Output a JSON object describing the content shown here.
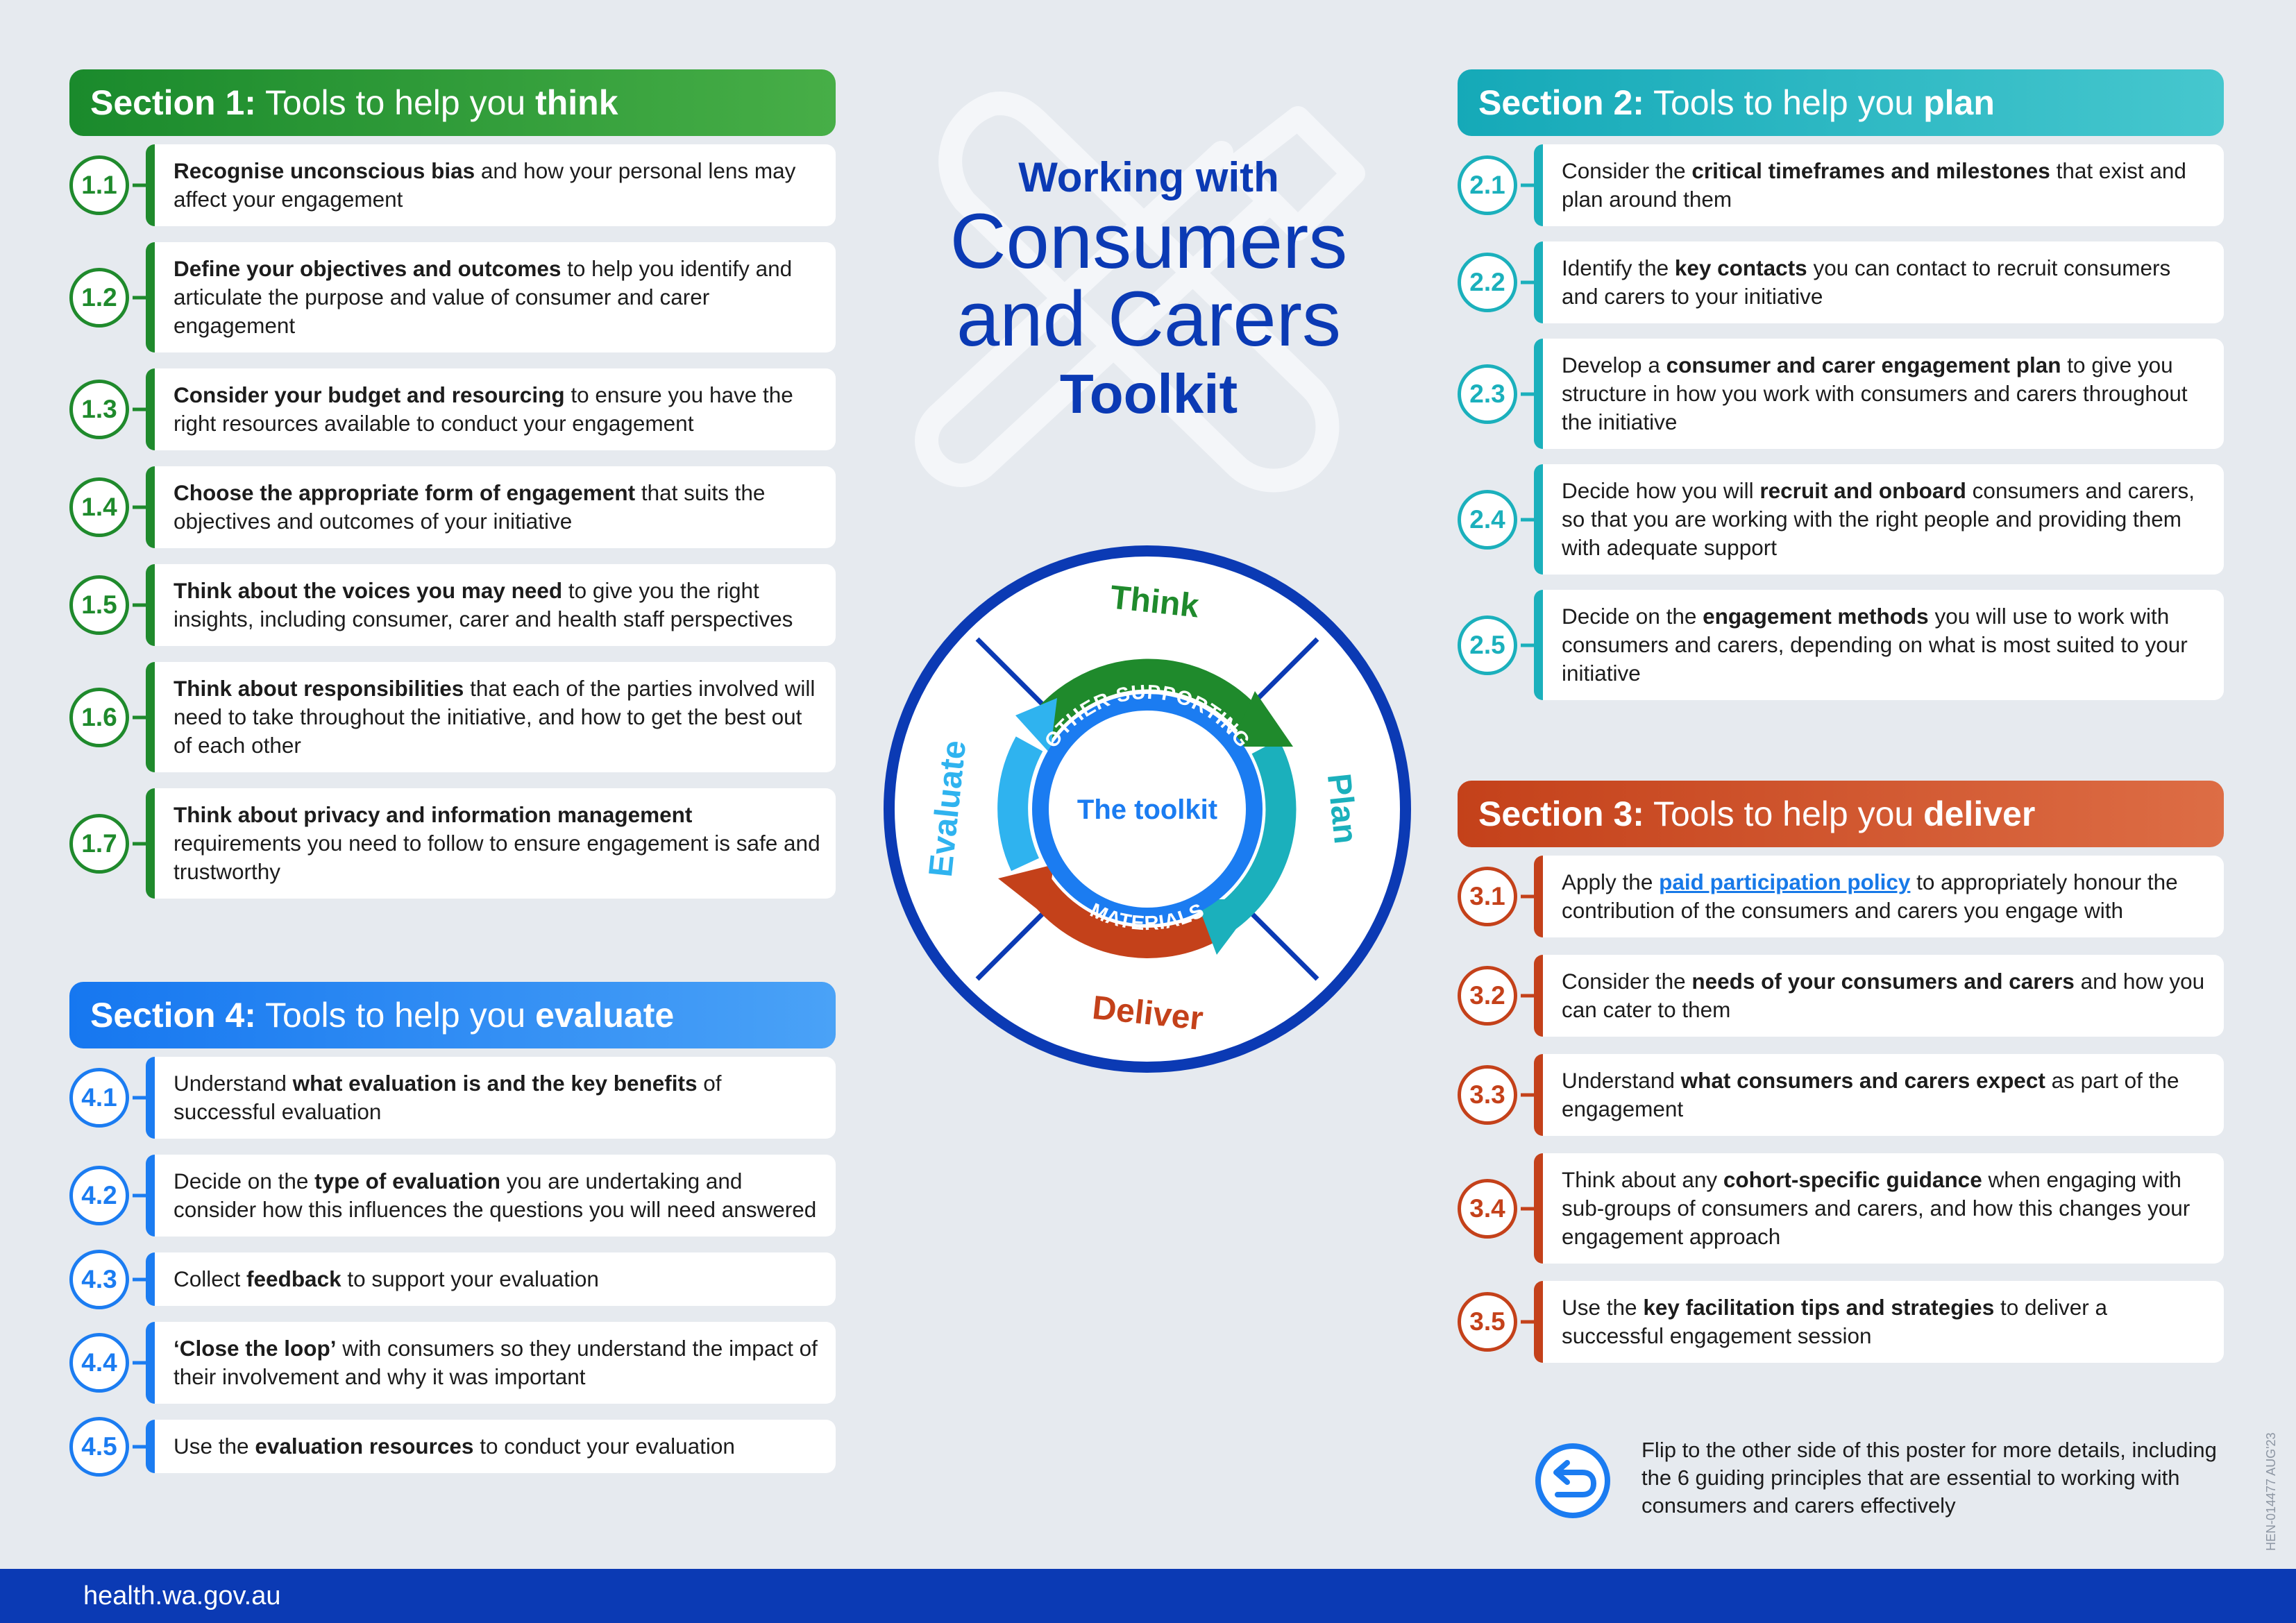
{
  "title": {
    "line1": "Working with",
    "line2": "Consumers",
    "line3": "and Carers",
    "line4": "Toolkit"
  },
  "wheel": {
    "think": "Think",
    "plan": "Plan",
    "deliver": "Deliver",
    "evaluate": "Evaluate",
    "center": "The toolkit",
    "ring_top": "OTHER SUPPORTING",
    "ring_bottom": "MATERIALS"
  },
  "sections": {
    "think": {
      "prefix": "Section 1:",
      "mid": " Tools to help you ",
      "keyword": "think",
      "items": [
        {
          "num": "1.1",
          "bold": "Recognise unconscious bias",
          "text": " and how your personal lens may affect your engagement"
        },
        {
          "num": "1.2",
          "bold": "Define your objectives and outcomes",
          "text": " to help you identify and articulate the purpose and value of consumer and carer engagement"
        },
        {
          "num": "1.3",
          "bold": "Consider your budget and resourcing",
          "text": " to ensure you have the right resources available to conduct your engagement"
        },
        {
          "num": "1.4",
          "bold": "Choose the appropriate form of engagement",
          "text": " that suits the objectives and outcomes of your initiative"
        },
        {
          "num": "1.5",
          "bold": "Think about the voices you may need",
          "text": " to give you the right insights, including consumer, carer and health staff perspectives"
        },
        {
          "num": "1.6",
          "bold": "Think about responsibilities",
          "text": " that each of the parties involved will need to take throughout the initiative, and how to get the best out of each other"
        },
        {
          "num": "1.7",
          "bold": "Think about privacy and information management",
          "text": " requirements you need to follow to ensure engagement is safe and trustworthy"
        }
      ]
    },
    "evaluate": {
      "prefix": "Section 4:",
      "mid": " Tools to help you ",
      "keyword": "evaluate",
      "items": [
        {
          "num": "4.1",
          "pre": "Understand ",
          "bold": "what evaluation is and the key benefits",
          "text": " of successful evaluation"
        },
        {
          "num": "4.2",
          "pre": "Decide on the ",
          "bold": "type of evaluation",
          "text": " you are undertaking and consider how this influences the questions you will need answered"
        },
        {
          "num": "4.3",
          "pre": "Collect ",
          "bold": "feedback",
          "text": " to support your evaluation"
        },
        {
          "num": "4.4",
          "pre": "",
          "bold": "‘Close the loop’",
          "text": " with consumers so they understand the impact of their involvement and why it was important"
        },
        {
          "num": "4.5",
          "pre": "Use the ",
          "bold": "evaluation resources",
          "text": " to conduct your evaluation"
        }
      ]
    },
    "plan": {
      "prefix": "Section 2:",
      "mid": " Tools to help you ",
      "keyword": "plan",
      "items": [
        {
          "num": "2.1",
          "pre": "Consider the ",
          "bold": "critical timeframes and milestones",
          "text": " that exist and plan around them"
        },
        {
          "num": "2.2",
          "pre": "Identify the ",
          "bold": "key contacts",
          "text": " you can contact to recruit consumers and carers to your initiative"
        },
        {
          "num": "2.3",
          "pre": "Develop a ",
          "bold": "consumer and carer engagement plan",
          "text": " to give you structure in how you work with consumers and carers throughout the initiative"
        },
        {
          "num": "2.4",
          "pre": "Decide how you will ",
          "bold": "recruit and onboard",
          "text": " consumers and carers, so that you are working with the right people and providing them with adequate support"
        },
        {
          "num": "2.5",
          "pre": "Decide on the ",
          "bold": "engagement methods",
          "text": " you will use to work with consumers and carers, depending on what is most suited to your initiative"
        }
      ]
    },
    "deliver": {
      "prefix": "Section 3:",
      "mid": " Tools to help you ",
      "keyword": "deliver",
      "items": [
        {
          "num": "3.1",
          "pre": "Apply the ",
          "bold": "paid participation policy",
          "text": " to appropriately honour the contribution of the consumers and carers you engage with"
        },
        {
          "num": "3.2",
          "pre": "Consider the ",
          "bold": "needs of your consumers and carers",
          "text": " and how you can cater to them"
        },
        {
          "num": "3.3",
          "pre": "Understand ",
          "bold": "what consumers and carers expect",
          "text": " as part of the engagement"
        },
        {
          "num": "3.4",
          "pre": "Think about any ",
          "bold": "cohort-specific guidance",
          "text": " when engaging with sub-groups of consumers and carers, and how this changes your engagement approach"
        },
        {
          "num": "3.5",
          "pre": "Use the ",
          "bold": "key facilitation tips and strategies",
          "text": " to deliver a successful engagement session"
        }
      ]
    }
  },
  "flip_note": "Flip to the other side of this poster for more details, including the 6 guiding principles that are essential to working with consumers and carers effectively",
  "doc_code": "HEN-014477 AUG'23",
  "footer_url": "health.wa.gov.au",
  "colors": {
    "think": "#1f8a2c",
    "evaluate": "#1b7cf1",
    "plan": "#1bb0bc",
    "deliver": "#c4411a",
    "navy": "#0b3ab4"
  }
}
